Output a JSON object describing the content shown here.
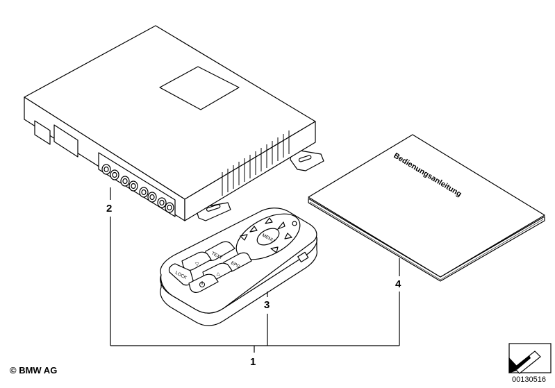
{
  "diagram": {
    "callouts": [
      "1",
      "2",
      "3",
      "4"
    ],
    "remote_buttons": {
      "menu": "MENU",
      "text": "TEXT",
      "epg": "EPG",
      "lock": "LOCK",
      "left": "◁",
      "right": "▷"
    },
    "manual_title": "Bedienungsanleitung"
  },
  "footer": {
    "copyright": "© BMW AG",
    "doc_number": "00130516"
  },
  "icons": [
    "tv-tuner-module",
    "remote-control",
    "operating-manual",
    "page-corner-arrow-icon"
  ]
}
